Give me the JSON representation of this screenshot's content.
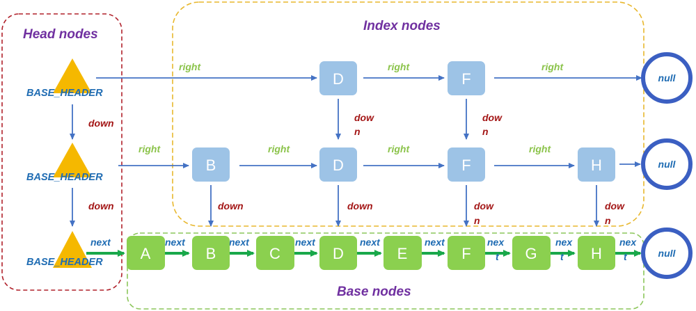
{
  "groups": {
    "head": "Head nodes",
    "index": "Index nodes",
    "base": "Base nodes"
  },
  "head_nodes": {
    "label": "BASE_HEADER"
  },
  "index_level2": [
    "D",
    "F"
  ],
  "index_level1": [
    "B",
    "D",
    "F",
    "H"
  ],
  "base_nodes": [
    "A",
    "B",
    "C",
    "D",
    "E",
    "F",
    "G",
    "H"
  ],
  "terminal": "null",
  "edge_labels": {
    "right": "right",
    "down": "down",
    "down_split_1": "dow",
    "down_split_2": "n",
    "next": "next",
    "next_split_1": "nex",
    "next_split_2": "t"
  },
  "colors": {
    "head_border": "#b0202a",
    "index_border": "#e8b72d",
    "base_border": "#8cc65a",
    "group_title": "#7030a0",
    "triangle": "#f5b800",
    "header_text": "#1f6cb3",
    "index_node": "#9dc3e6",
    "base_node": "#8bd04f",
    "arrow_blue": "#4472c4",
    "arrow_green": "#19a84a",
    "right_text": "#8bc34a",
    "down_text": "#a31515",
    "next_text": "#1f6cb3",
    "null_ring": "#3b5fc2"
  }
}
